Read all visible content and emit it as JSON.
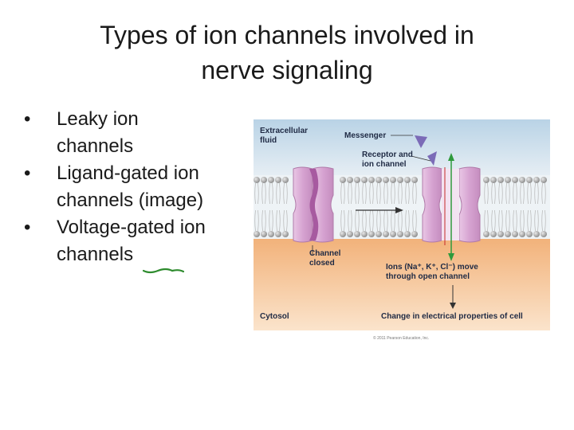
{
  "slide": {
    "title_line1": "Types of ion channels involved in",
    "title_line2": "nerve signaling",
    "bullets": [
      {
        "line1": "Leaky ion",
        "line2": "channels"
      },
      {
        "line1": "Ligand-gated ion",
        "line2": "channels (image)"
      },
      {
        "line1": "Voltage-gated ion",
        "line2": "channels"
      }
    ],
    "bullet_symbol": "•",
    "underline_color": "#2e8b2e"
  },
  "figure": {
    "extracellular_line1": "Extracellular",
    "extracellular_line2": "fluid",
    "messenger": "Messenger",
    "receptor_line1": "Receptor and",
    "receptor_line2": "ion channel",
    "channel_closed_line1": "Channel",
    "channel_closed_line2": "closed",
    "ions_line1": "Ions (Na⁺, K⁺, Cl⁻) move",
    "ions_line2": "through open channel",
    "cytosol": "Cytosol",
    "change": "Change in electrical properties of cell",
    "copyright": "© 2011 Pearson Education, Inc.",
    "colors": {
      "extracellular_top": "#b9d3e6",
      "extracellular_bottom": "#e6eef4",
      "cytosol_top": "#f2b27a",
      "cytosol_bottom": "#fbe4cc",
      "channel": "#d9a9d4",
      "channel_core": "#a75aa0",
      "messenger": "#7b6bb7",
      "arrow_green": "#2e9a3c",
      "lipid_head": "#9c9c9c"
    }
  }
}
